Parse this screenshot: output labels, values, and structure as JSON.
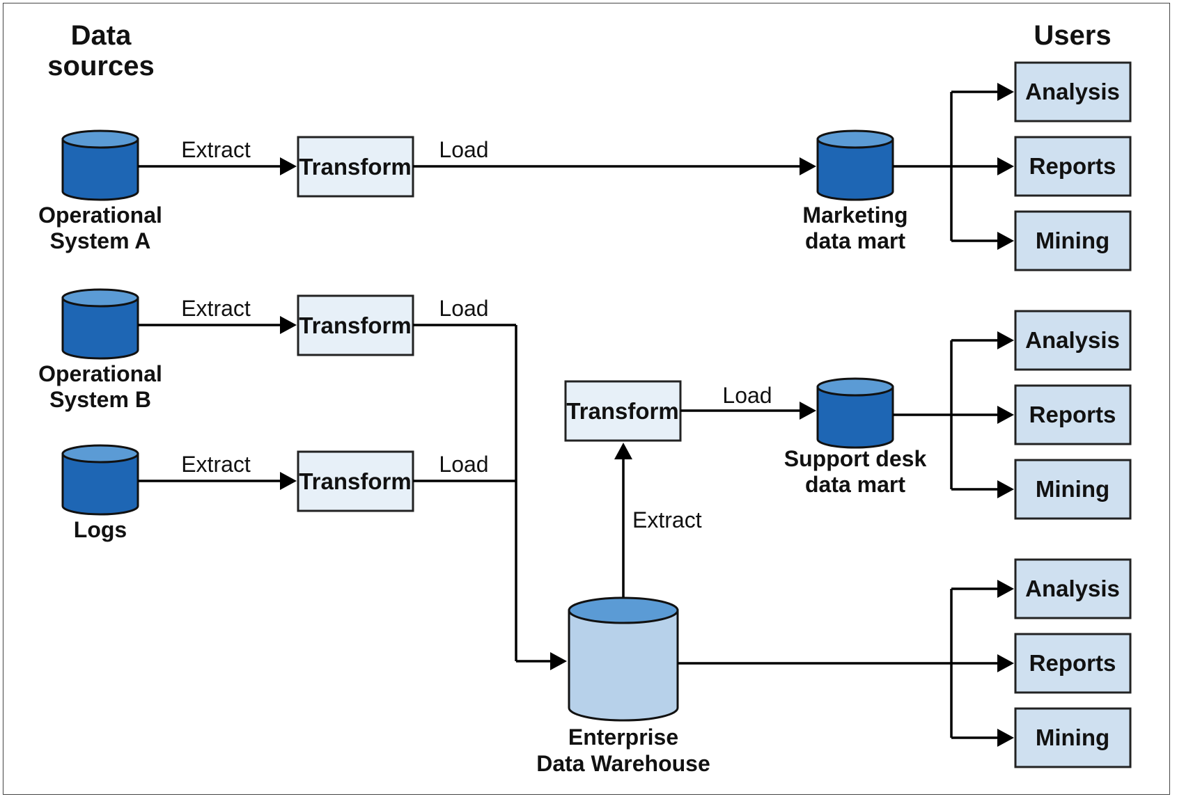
{
  "headers": {
    "sources": [
      "Data",
      "sources"
    ],
    "users": "Users"
  },
  "sources": {
    "op_a": [
      "Operational",
      "System A"
    ],
    "op_b": [
      "Operational",
      "System B"
    ],
    "logs": [
      "Logs"
    ]
  },
  "edges": {
    "extract": "Extract",
    "load": "Load"
  },
  "transform_label": "Transform",
  "marts": {
    "marketing": [
      "Marketing",
      "data mart"
    ],
    "support": [
      "Support desk",
      "data mart"
    ]
  },
  "warehouse": [
    "Enterprise",
    "Data Warehouse"
  ],
  "user_groups": [
    [
      "Analysis",
      "Reports",
      "Mining"
    ],
    [
      "Analysis",
      "Reports",
      "Mining"
    ],
    [
      "Analysis",
      "Reports",
      "Mining"
    ]
  ],
  "colors": {
    "db_fill": "#1e66b4",
    "db_top": "#5b9bd5",
    "warehouse_fill": "#b7d1ea",
    "box_fill": "#e7f0f8",
    "user_fill": "#cfe0f0"
  }
}
